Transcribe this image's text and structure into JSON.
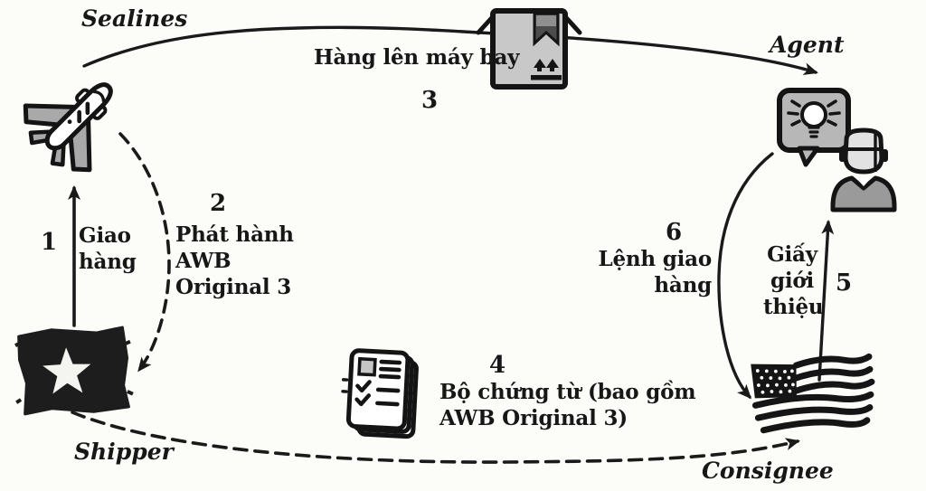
{
  "actors": {
    "sealines": "Sealines",
    "agent": "Agent",
    "shipper": "Shipper",
    "consignee": "Consignee"
  },
  "steps": {
    "s1": {
      "num": "1",
      "label": "Giao\nhàng"
    },
    "s2": {
      "num": "2",
      "label": "Phát hành\nAWB\nOriginal 3"
    },
    "s3": {
      "num": "3",
      "label": "Hàng lên máy bay"
    },
    "s4": {
      "num": "4",
      "label": "Bộ chứng từ (bao gồm\nAWB Original 3)"
    },
    "s5": {
      "num": "5",
      "label": "Giấy\ngiới\nthiệu"
    },
    "s6": {
      "num": "6",
      "label": "Lệnh giao\nhàng"
    }
  },
  "icons": {
    "airplane": "airplane-icon",
    "package": "package-box-icon",
    "idea_bubble": "idea-speech-bubble-icon",
    "agent_person": "agent-person-icon",
    "vietnam_flag": "vietnam-flag-icon",
    "usa_flag": "usa-flag-icon",
    "documents": "documents-checklist-icon"
  },
  "colors": {
    "ink": "#1a1a1a",
    "paper": "#fcfcf9",
    "gray_fill": "#bdbdbd"
  }
}
